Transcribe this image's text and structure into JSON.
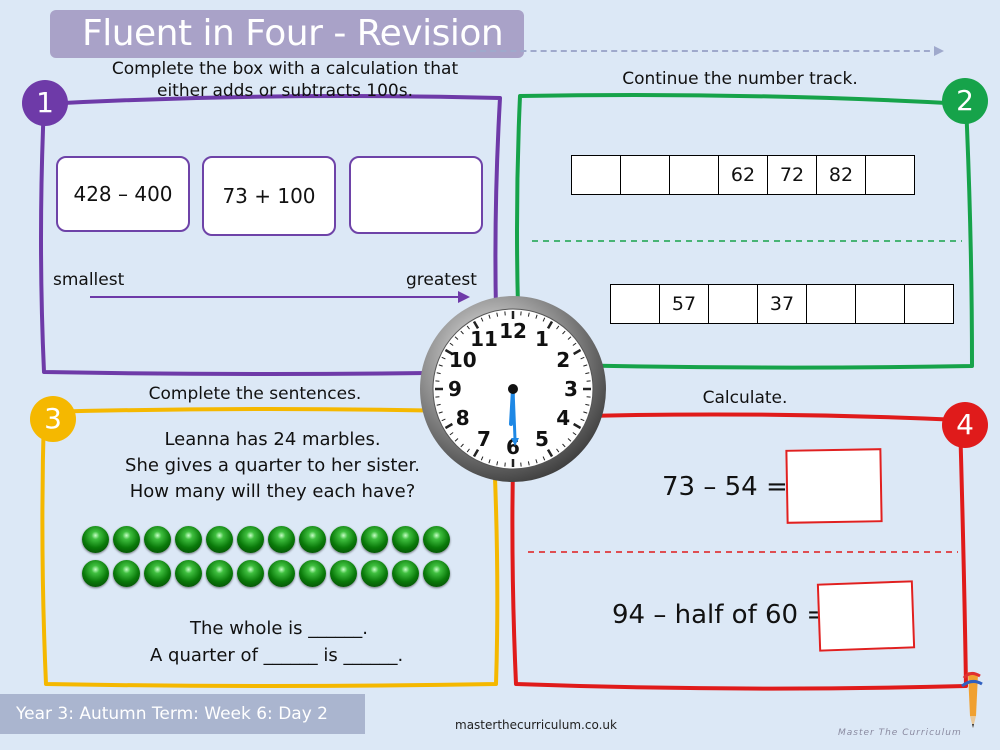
{
  "header": {
    "title": "Fluent in Four - Revision"
  },
  "q1": {
    "number": "1",
    "instruction_line1": "Complete the box with a calculation that",
    "instruction_line2": "either adds or subtracts 100s.",
    "boxes": [
      "428 – 400",
      "73 + 100",
      ""
    ],
    "label_smallest": "smallest",
    "label_greatest": "greatest"
  },
  "q2": {
    "number": "2",
    "instruction": "Continue the number track.",
    "track1": [
      "",
      "",
      "",
      "62",
      "72",
      "82",
      ""
    ],
    "track2": [
      "",
      "57",
      "",
      "37",
      "",
      "",
      ""
    ]
  },
  "q3": {
    "number": "3",
    "instruction": "Complete the sentences.",
    "story_line1": "Leanna has 24 marbles.",
    "story_line2": "She gives a quarter to her sister.",
    "story_line3": "How many will they each have?",
    "marble_count": 24,
    "sentence1": "The whole is ______.",
    "sentence2": "A quarter of ______ is ______."
  },
  "q4": {
    "number": "4",
    "instruction": "Calculate.",
    "calc1": "73 – 54 =",
    "calc2": "94 – half of 60 ="
  },
  "clock": {
    "numbers": [
      "12",
      "1",
      "2",
      "3",
      "4",
      "5",
      "6",
      "7",
      "8",
      "9",
      "10",
      "11"
    ],
    "time": "6:30"
  },
  "footer": {
    "label": "Year 3: Autumn Term: Week 6: Day 2",
    "website": "masterthecurriculum.co.uk",
    "brand": "Master The Curriculum"
  },
  "colors": {
    "q1": "#6e3aa8",
    "q2": "#16a34a",
    "q3": "#f5b800",
    "q4": "#e01b1b"
  }
}
